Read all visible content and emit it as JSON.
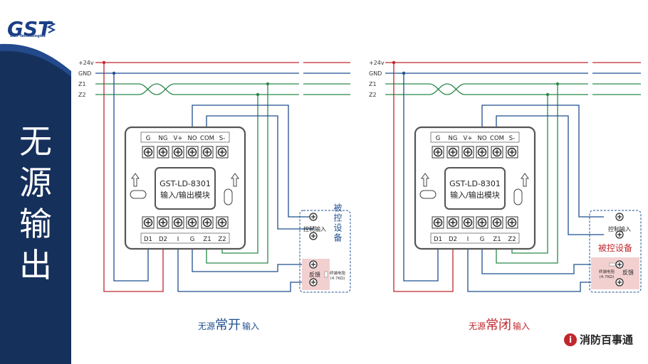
{
  "title_chars": [
    "无",
    "源",
    "输",
    "出"
  ],
  "logo": {
    "text": "GST",
    "subtitle": "Gulf Technologies"
  },
  "rails": [
    "+24v",
    "GND",
    "Z1",
    "Z2"
  ],
  "module": {
    "top_terminals": [
      "G",
      "NG",
      "V+",
      "NO",
      "COM",
      "S-"
    ],
    "bottom_terminals": [
      "D1",
      "D2",
      "I",
      "G",
      "Z1",
      "Z2"
    ],
    "model": "GST-LD-8301",
    "name": "输入/输出模块"
  },
  "device": {
    "label": "被控设备",
    "control_input": "控制输入",
    "feedback": "反馈",
    "resistor_line1": "终端电阻",
    "resistor_line2": "(4.7KΩ)"
  },
  "captions": {
    "left": {
      "prefix": "无源",
      "emphasis": "常开",
      "suffix": "输入"
    },
    "right": {
      "prefix": "无源",
      "emphasis": "常闭",
      "suffix": "输入"
    }
  },
  "brand": {
    "icon": "i",
    "name": "消防百事通"
  },
  "colors": {
    "red": "#c0272d",
    "blue": "#1f4f8f",
    "green": "#2a8a4a",
    "sidebar": "#16305c",
    "module_border": "#555555",
    "highlight": "#f3d0d0"
  }
}
